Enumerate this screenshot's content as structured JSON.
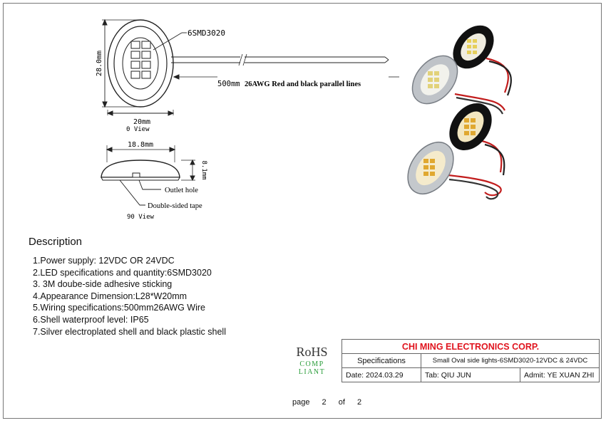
{
  "drawing": {
    "led_label": "6SMD3020",
    "height_dim": "28.0mm",
    "width_dim": "20mm",
    "view_top": "0 View",
    "wire_length": "500mm",
    "wire_desc": "26AWG Red and black parallel lines",
    "side_width_dim": "18.8mm",
    "side_height_dim": "8.1mm",
    "outlet_label": "Outlet hole",
    "tape_label": "Double-sided tape",
    "view_side": "90 View"
  },
  "description": {
    "title": "Description",
    "items": [
      "1.Power supply: 12VDC OR 24VDC",
      "2.LED specifications and quantity:6SMD3020",
      "3. 3M doube-side adhesive sticking",
      "4.Appearance Dimension:L28*W20mm",
      "5.Wiring specifications:500mm26AWG Wire",
      "6.Shell waterproof level: IP65",
      "7.Silver electroplated shell and black plastic shell"
    ]
  },
  "rohs": {
    "mark": "RoHS",
    "sub": "COMP LIANT"
  },
  "title_block": {
    "company": "CHI MING ELECTRONICS CORP.",
    "spec_label": "Specifications",
    "spec_value": "Small Oval side lights-6SMD3020-12VDC & 24VDC",
    "date": "Date:  2024.03.29",
    "tab": "Tab:  QIU JUN",
    "admit": "Admit:  YE XUAN ZHI"
  },
  "pager": {
    "page_word": "page",
    "current": "2",
    "of_word": "of",
    "total": "2"
  },
  "colors": {
    "brand_red": "#e0141e",
    "rohs_green": "#2a9d3a"
  }
}
